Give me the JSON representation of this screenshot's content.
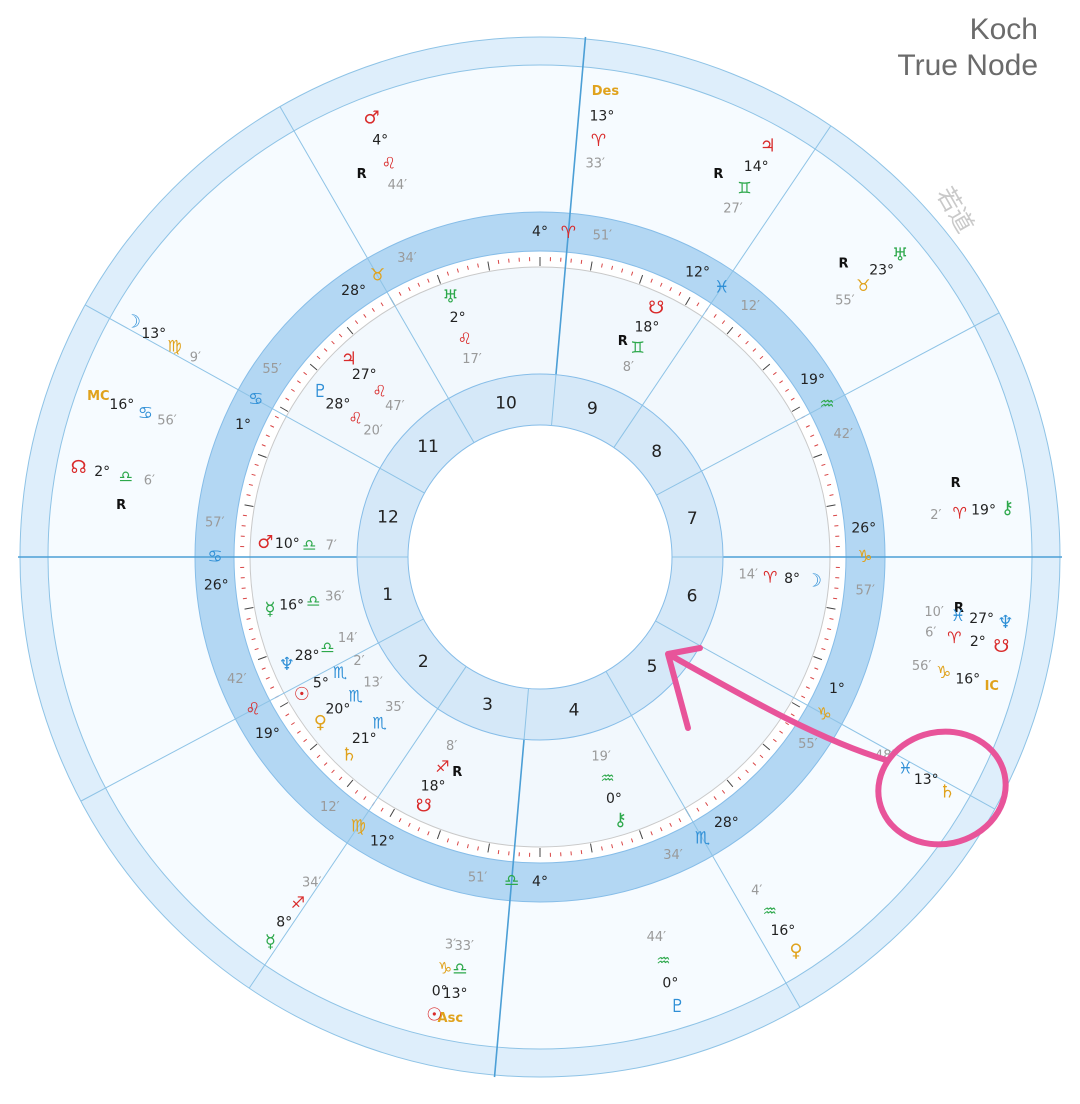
{
  "header": {
    "system": "Koch",
    "node_type": "True Node",
    "stamp": "若道"
  },
  "colors": {
    "ring": "#b3d7f3",
    "ring_stroke": "#86bde8",
    "outer": "#deeefb",
    "inner_face": "#f2f8fd",
    "line": "#8ec3e6",
    "axis": "#4c9fd6",
    "fire": "#d92b2b",
    "earth": "#e0a21c",
    "air": "#2da84b",
    "water": "#2f8fd6",
    "degree": "#222222",
    "minute": "#9a9a9a",
    "annotation": "#e8549a"
  },
  "houses": [
    "1",
    "2",
    "3",
    "4",
    "5",
    "6",
    "7",
    "8",
    "9",
    "10",
    "11",
    "12"
  ],
  "cusps": [
    {
      "house": "1",
      "deg": "26°",
      "sign": "♋︎",
      "min": "57′"
    },
    {
      "house": "2",
      "deg": "19°",
      "sign": "♌︎",
      "min": "42′"
    },
    {
      "house": "3",
      "deg": "12°",
      "sign": "♍︎",
      "min": "12′"
    },
    {
      "house": "4",
      "deg": "4°",
      "sign": "♎︎",
      "min": "51′"
    },
    {
      "house": "5",
      "deg": "28°",
      "sign": "♏︎",
      "min": "34′"
    },
    {
      "house": "6",
      "deg": "1°",
      "sign": "♑︎",
      "min": "55′"
    },
    {
      "house": "7",
      "deg": "26°",
      "sign": "♑︎",
      "min": "57′"
    },
    {
      "house": "8",
      "deg": "19°",
      "sign": "♒︎",
      "min": "42′"
    },
    {
      "house": "9",
      "deg": "12°",
      "sign": "♓︎",
      "min": "12′"
    },
    {
      "house": "10",
      "deg": "4°",
      "sign": "♈︎",
      "min": "51′"
    },
    {
      "house": "11",
      "deg": "28°",
      "sign": "♉︎",
      "min": "34′"
    },
    {
      "house": "12",
      "deg": "1°",
      "sign": "♋︎",
      "min": "55′"
    }
  ],
  "angles": [
    {
      "name": "Des",
      "deg": "13°",
      "sign": "♈︎",
      "min": "33′"
    },
    {
      "name": "MC",
      "deg": "16°",
      "sign": "♋︎",
      "min": "56′"
    },
    {
      "name": "IC",
      "deg": "16°",
      "sign": "♑︎",
      "min": "56′"
    },
    {
      "name": "Asc",
      "deg": "13°",
      "sign": "♎︎",
      "min": "33′"
    }
  ],
  "bodies": [
    {
      "name": "Chiron",
      "glyph": "⚷",
      "deg": "19°",
      "sign": "♈︎",
      "min": "2′",
      "rx": "R"
    },
    {
      "name": "South Node",
      "glyph": "☋",
      "deg": "2°",
      "sign": "♈︎",
      "min": "6′",
      "rx": "R"
    },
    {
      "name": "Neptune",
      "glyph": "♆",
      "deg": "27°",
      "sign": "♓︎",
      "min": "10′"
    },
    {
      "name": "Saturn",
      "glyph": "♄",
      "deg": "13°",
      "sign": "♓︎",
      "min": "48′"
    },
    {
      "name": "Uranus",
      "glyph": "♅",
      "deg": "23°",
      "sign": "♉︎",
      "min": "55′",
      "rx": "R"
    },
    {
      "name": "Jupiter",
      "glyph": "♃",
      "deg": "14°",
      "sign": "♊︎",
      "min": "27′",
      "rx": "R"
    },
    {
      "name": "Venus",
      "glyph": "♀",
      "deg": "16°",
      "sign": "♒︎",
      "min": "4′"
    },
    {
      "name": "Pluto",
      "glyph": "♇",
      "deg": "0°",
      "sign": "♒︎",
      "min": "44′"
    },
    {
      "name": "Mars",
      "glyph": "♂",
      "deg": "4°",
      "sign": "♌︎",
      "min": "44′",
      "rx": "R"
    },
    {
      "name": "Moon",
      "glyph": "☽",
      "deg": "13°",
      "sign": "♍︎",
      "min": "9′"
    },
    {
      "name": "North Node",
      "glyph": "☊",
      "deg": "2°",
      "sign": "♎︎",
      "min": "6′",
      "rx": "R"
    },
    {
      "name": "Mercury",
      "glyph": "☿",
      "deg": "8°",
      "sign": "♐︎",
      "min": "34′"
    },
    {
      "name": "Sun",
      "glyph": "☉",
      "deg": "0°",
      "sign": "♑︎",
      "min": "3′"
    },
    {
      "name": "Moon",
      "glyph": "☽",
      "deg": "8°",
      "sign": "♈︎",
      "min": "14′",
      "inner": true
    },
    {
      "name": "South Node",
      "glyph": "☋",
      "deg": "18°",
      "sign": "♊︎",
      "min": "8′",
      "rx": "R",
      "inner": true
    },
    {
      "name": "Chiron",
      "glyph": "⚷",
      "deg": "0°",
      "sign": "♒︎",
      "min": "19′",
      "inner": true
    },
    {
      "name": "Uranus",
      "glyph": "♅",
      "deg": "2°",
      "sign": "♌︎",
      "min": "17′",
      "inner": true
    },
    {
      "name": "Jupiter",
      "glyph": "♃",
      "deg": "27°",
      "sign": "♌︎",
      "min": "47′",
      "inner": true
    },
    {
      "name": "Pluto",
      "glyph": "♇",
      "deg": "28°",
      "sign": "♌︎",
      "min": "20′",
      "inner": true
    },
    {
      "name": "Mars",
      "glyph": "♂",
      "deg": "10°",
      "sign": "♎︎",
      "min": "7′",
      "inner": true
    },
    {
      "name": "Mercury",
      "glyph": "☿",
      "deg": "16°",
      "sign": "♎︎",
      "min": "36′",
      "inner": true
    },
    {
      "name": "Neptune",
      "glyph": "♆",
      "deg": "28°",
      "sign": "♎︎",
      "min": "14′",
      "inner": true
    },
    {
      "name": "Sun",
      "glyph": "☉",
      "deg": "5°",
      "sign": "♏︎",
      "min": "2′",
      "inner": true
    },
    {
      "name": "Venus",
      "glyph": "♀",
      "deg": "20°",
      "sign": "♏︎",
      "min": "13′",
      "inner": true
    },
    {
      "name": "Saturn",
      "glyph": "♄",
      "deg": "21°",
      "sign": "♏︎",
      "min": "35′",
      "inner": true
    },
    {
      "name": "South Node",
      "glyph": "☋",
      "deg": "18°",
      "sign": "♐︎",
      "min": "8′",
      "rx": "R",
      "inner": true
    }
  ]
}
